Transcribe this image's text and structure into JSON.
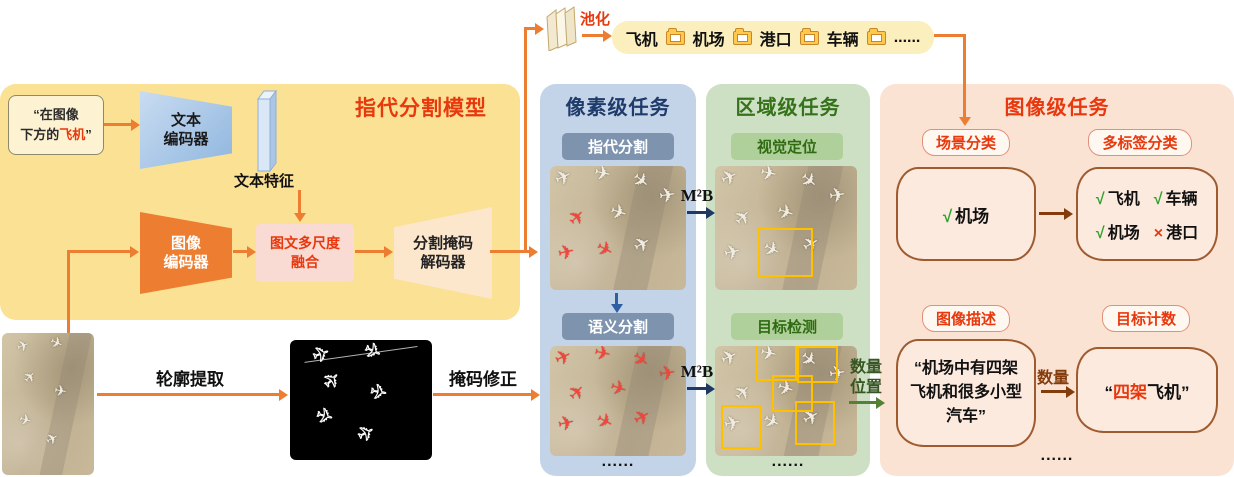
{
  "icons": {
    "plane": "✈"
  },
  "colors": {
    "accent_orange": "#ED7D31",
    "accent_red": "#E8380D",
    "check_green": "#2EA22E",
    "cross_red": "#E8380D",
    "bbox_yellow": "#FFC000",
    "pixel_title_blue": "#1F3B6B",
    "region_title_green": "#35721A"
  },
  "top": {
    "pooling_label": "池化",
    "vocab": {
      "items": [
        "飞机",
        "机场",
        "港口",
        "车辆"
      ],
      "ellipsis": "......"
    }
  },
  "model": {
    "title": "指代分割模型",
    "query": {
      "line1": "“在图像",
      "line2_pre": "下方的",
      "line2_highlight": "飞机",
      "line2_post": "”"
    },
    "text_encoder": {
      "line1": "文本",
      "line2": "编码器"
    },
    "text_feature_label": "文本特征",
    "image_encoder": {
      "line1": "图像",
      "line2": "编码器"
    },
    "fusion": {
      "line1": "图文多尺度",
      "line2": "融合"
    },
    "decoder": {
      "line1": "分割掩码",
      "line2": "解码器"
    }
  },
  "preprocess": {
    "contour_label": "轮廓提取",
    "mask_label": "掩码修正"
  },
  "pixel_panel": {
    "title": "像素级任务",
    "task1": "指代分割",
    "task2": "语义分割",
    "ellipsis": "......"
  },
  "region_panel": {
    "title": "区域级任务",
    "task1": "视觉定位",
    "task2": "目标检测",
    "ellipsis": "......"
  },
  "image_panel": {
    "title": "图像级任务",
    "scene": {
      "label": "场景分类",
      "mark": "√",
      "value": "机场"
    },
    "multilabel": {
      "label": "多标签分类",
      "items": [
        {
          "mark": "√",
          "text": "飞机"
        },
        {
          "mark": "√",
          "text": "车辆"
        },
        {
          "mark": "√",
          "text": "机场"
        },
        {
          "mark": "×",
          "text": "港口"
        }
      ]
    },
    "caption": {
      "label": "图像描述",
      "text": "“机场中有四架飞机和很多小型汽车”"
    },
    "counting": {
      "label": "目标计数",
      "open": "“",
      "highlight": "四架",
      "rest": "飞机”"
    },
    "ellipsis": "......"
  },
  "edges": {
    "m2b": "M²B",
    "quantity_position": {
      "line1": "数量",
      "line2": "位置"
    },
    "quantity": "数量"
  }
}
